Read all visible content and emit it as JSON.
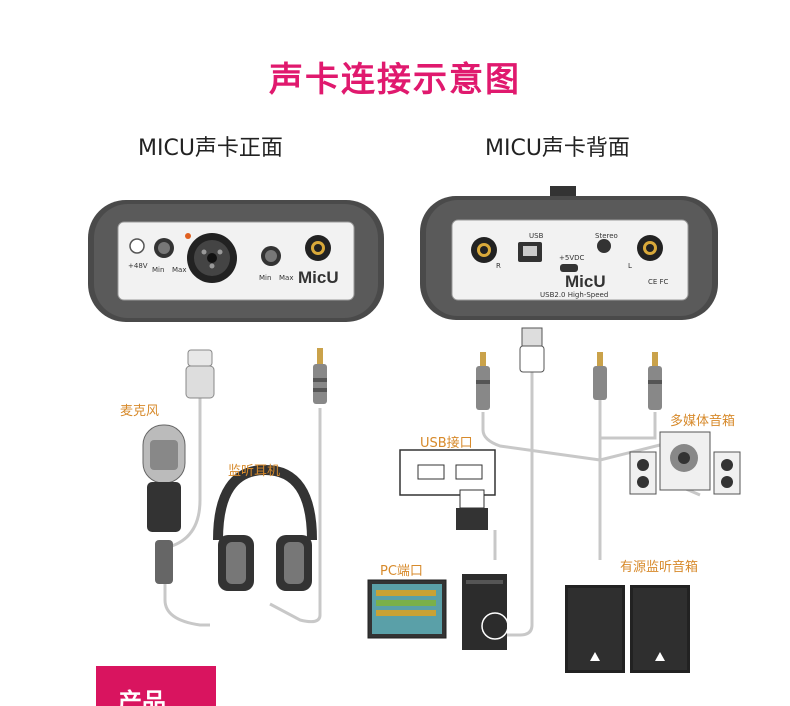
{
  "title": "声卡连接示意图",
  "front_caption": "MICU声卡正面",
  "back_caption": "MICU声卡背面",
  "front_panel": {
    "phantom": "+48V",
    "knob_left": {
      "min": "Min",
      "max": "Max"
    },
    "knob_right": {
      "min": "Min",
      "max": "Max"
    },
    "logo": "MicU"
  },
  "back_panel": {
    "usb": "USB",
    "stereo": "Stereo",
    "dc": "+5VDC",
    "r": "R",
    "l": "L",
    "logo": "MicU",
    "usb_speed": "USB2.0 High-Speed",
    "cert": "CE FC"
  },
  "labels": {
    "microphone": "麦克风",
    "headphones": "监听耳机",
    "multimedia_speakers": "多媒体音箱",
    "usb_port": "USB接口",
    "pc_port": "PC端口",
    "active_monitors": "有源监听音箱"
  },
  "bottom_tab": "产品"
}
